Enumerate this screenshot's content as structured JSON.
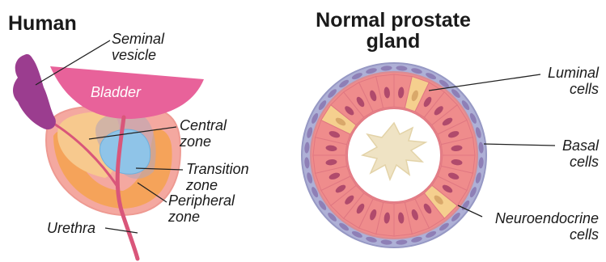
{
  "human_panel": {
    "title": "Human",
    "labels": {
      "seminal_vesicle": [
        "Seminal",
        "vesicle"
      ],
      "bladder": "Bladder",
      "central_zone": [
        "Central",
        "zone"
      ],
      "transition_zone": [
        "Transition",
        "zone"
      ],
      "peripheral_zone": [
        "Peripheral",
        "zone"
      ],
      "urethra": "Urethra"
    }
  },
  "gland_panel": {
    "title": [
      "Normal prostate",
      "gland"
    ],
    "labels": {
      "luminal_cells": [
        "Luminal",
        "cells"
      ],
      "basal_cells": [
        "Basal",
        "cells"
      ],
      "neuroendocrine_cells": [
        "Neuroendocrine",
        "cells"
      ]
    }
  },
  "colors": {
    "seminal_vesicle": "#9b3d8f",
    "bladder": "#e8629a",
    "prostate_outer": "#f4a8a0",
    "peripheral_zone": "#f5a35a",
    "central_zone": "#f7c98e",
    "transition_zone": "#8fc4e8",
    "urethra": "#d9567a",
    "luminal_cell": "#ef8c8c",
    "luminal_nucleus": "#b04a6c",
    "basal_cell": "#aeb0d6",
    "neuroendocrine_cell": "#f5cf8e",
    "lumen_secretion": "#efe3c4"
  }
}
